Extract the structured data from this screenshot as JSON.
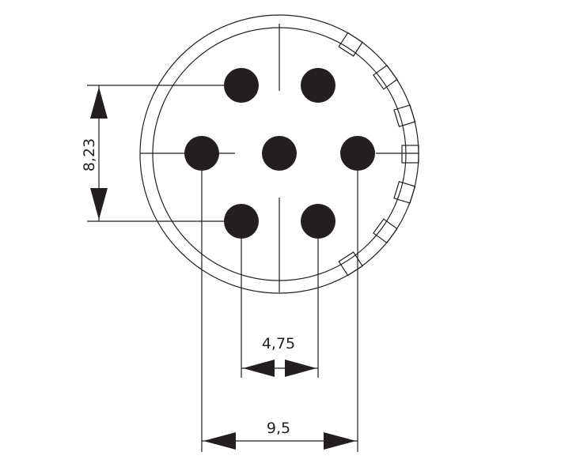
{
  "dimensions": {
    "vertical_pitch": "8,23",
    "pin_pitch": "4,75",
    "outer_pin_span": "9,5"
  },
  "pin_count": 7,
  "colors": {
    "line": "#231f20",
    "pin": "#231f20"
  }
}
